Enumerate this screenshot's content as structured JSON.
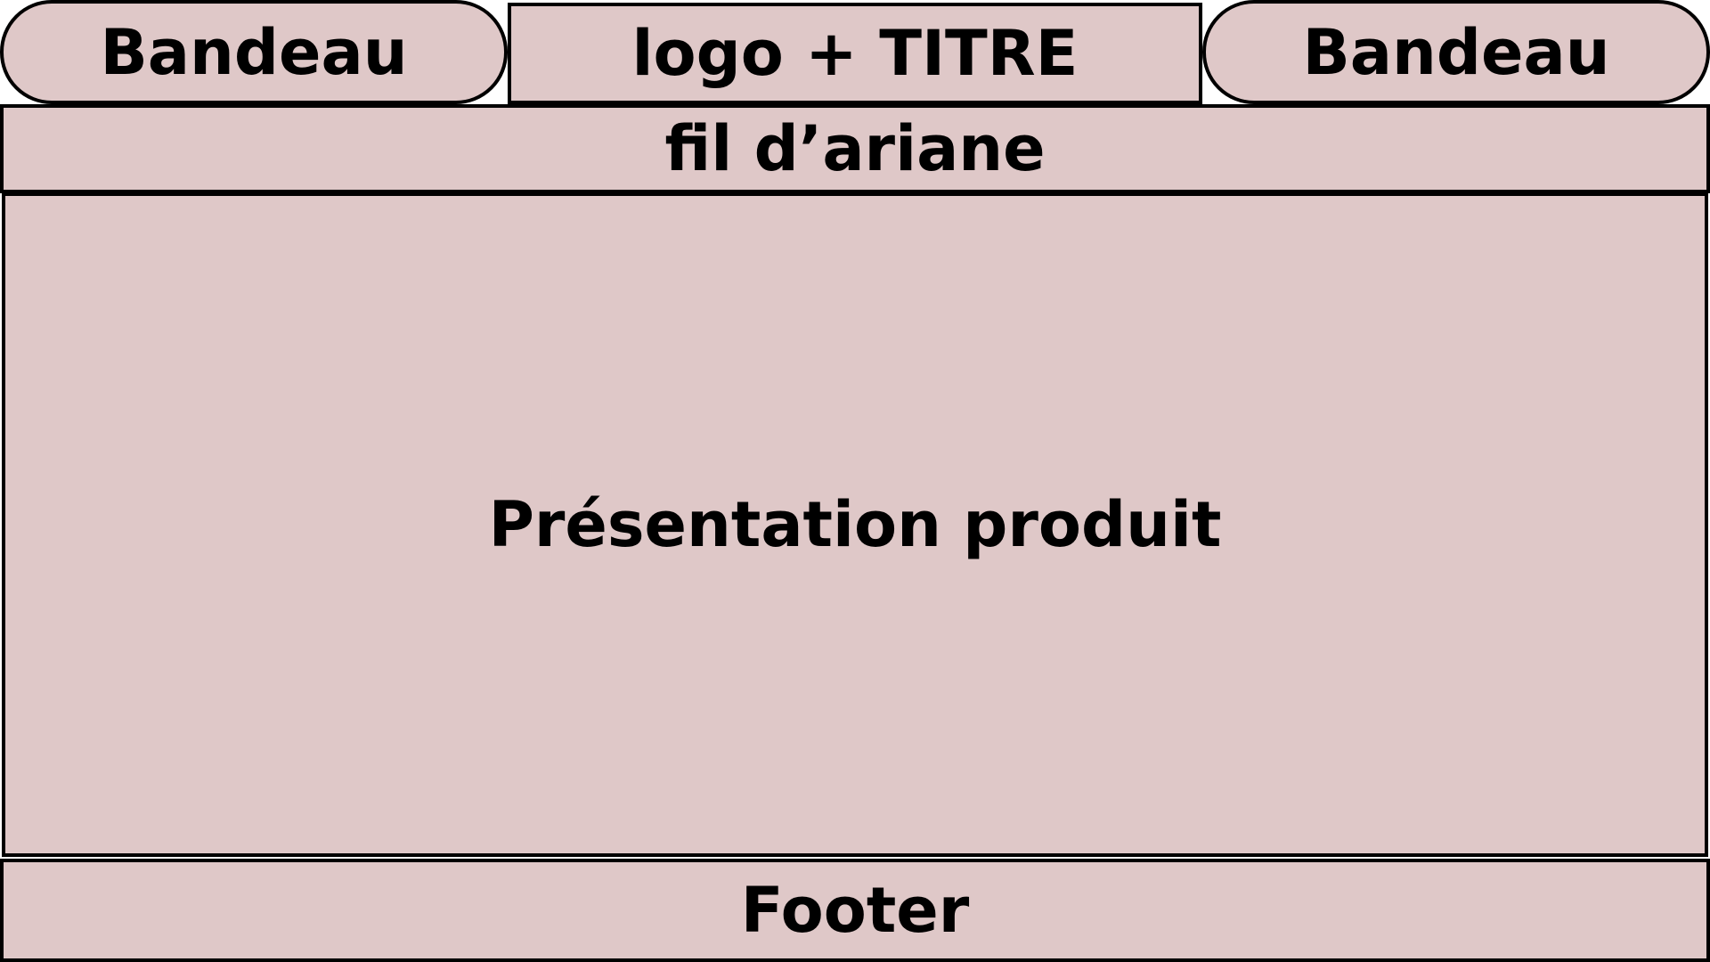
{
  "header": {
    "bandeau_left": "Bandeau",
    "logo_title": "logo + TITRE",
    "bandeau_right": "Bandeau"
  },
  "breadcrumb": {
    "label": "fil d’ariane"
  },
  "main": {
    "label": "Présentation produit"
  },
  "footer": {
    "label": "Footer"
  },
  "colors": {
    "block_fill": "#dfc8c8",
    "border": "#000000",
    "text": "#000000"
  }
}
